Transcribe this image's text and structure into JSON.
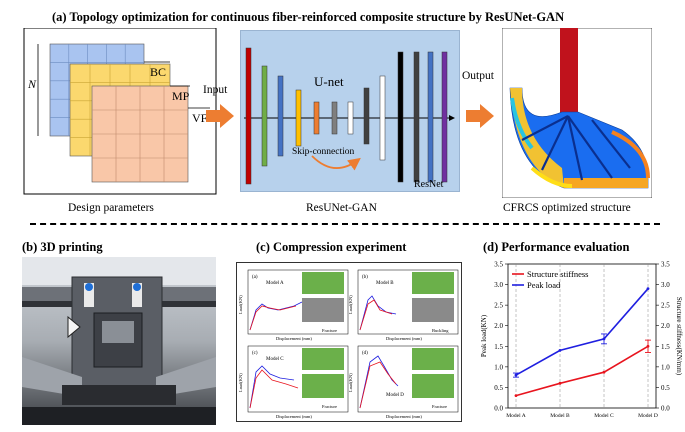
{
  "panel_a": {
    "title": "(a) Topology optimization  for continuous fiber-reinforced composite structure by ResUNet-GAN",
    "grid_labels": {
      "n": "N",
      "bc": "BC",
      "mp": "MP",
      "vf": "VF"
    },
    "input_label": "Input",
    "output_label": "Output",
    "unet_label": "U-net",
    "skip_label": "Skip-connection",
    "resnet_label": "ResNet",
    "captions": {
      "design": "Design parameters",
      "network": "ResUNet-GAN",
      "structure": "CFRCS optimized structure"
    },
    "colors": {
      "grid_bc": "#a9c4f0",
      "grid_mp": "#fbd86e",
      "grid_vf": "#f9c7a8",
      "network_bg": "#b7d1ec",
      "arrow": "#ed7d31"
    }
  },
  "panel_b": {
    "title": "(b) 3D printing"
  },
  "panel_c": {
    "title": "(c) Compression experiment",
    "subplots": [
      {
        "tag": "(a)",
        "model": "Model A",
        "xlabel": "Displacement (mm)",
        "ylabel": "Load(KN)",
        "note": "Fracture"
      },
      {
        "tag": "(b)",
        "model": "Model B",
        "xlabel": "Displacement (mm)",
        "ylabel": "Load(KN)",
        "note": "Buckling"
      },
      {
        "tag": "(c)",
        "model": "Model C",
        "xlabel": "Displacement (mm)",
        "ylabel": "Load(KN)",
        "note": "Fracture"
      },
      {
        "tag": "(d)",
        "model": "Model D",
        "xlabel": "Displacement (mm)",
        "ylabel": "Load(KN)",
        "note": "Fracture"
      }
    ]
  },
  "panel_d": {
    "title": "(d) Performance evaluation",
    "chart_data": {
      "type": "line",
      "categories": [
        "Model A",
        "Model B",
        "Model C",
        "Model D"
      ],
      "series": [
        {
          "name": "Structure stiffness",
          "color": "#e8141e",
          "axis": "right",
          "values": [
            0.3,
            0.6,
            0.87,
            1.5
          ],
          "error": [
            0,
            0,
            0,
            0.15
          ]
        },
        {
          "name": "Peak load",
          "color": "#1f1fe0",
          "axis": "left",
          "values": [
            0.8,
            1.4,
            1.68,
            2.9
          ],
          "error": [
            0.05,
            0,
            0.12,
            0
          ]
        }
      ],
      "ylabel_left": "Peak load(KN)",
      "ylabel_right": "Structure stiffness(KN/mm)",
      "ylim": [
        0,
        3.5
      ],
      "yticks": [
        "0.0",
        "0.5",
        "1.0",
        "1.5",
        "2.0",
        "2.5",
        "3.0",
        "3.5"
      ],
      "legend": "top-left",
      "grid": "vertical-dashed"
    }
  }
}
